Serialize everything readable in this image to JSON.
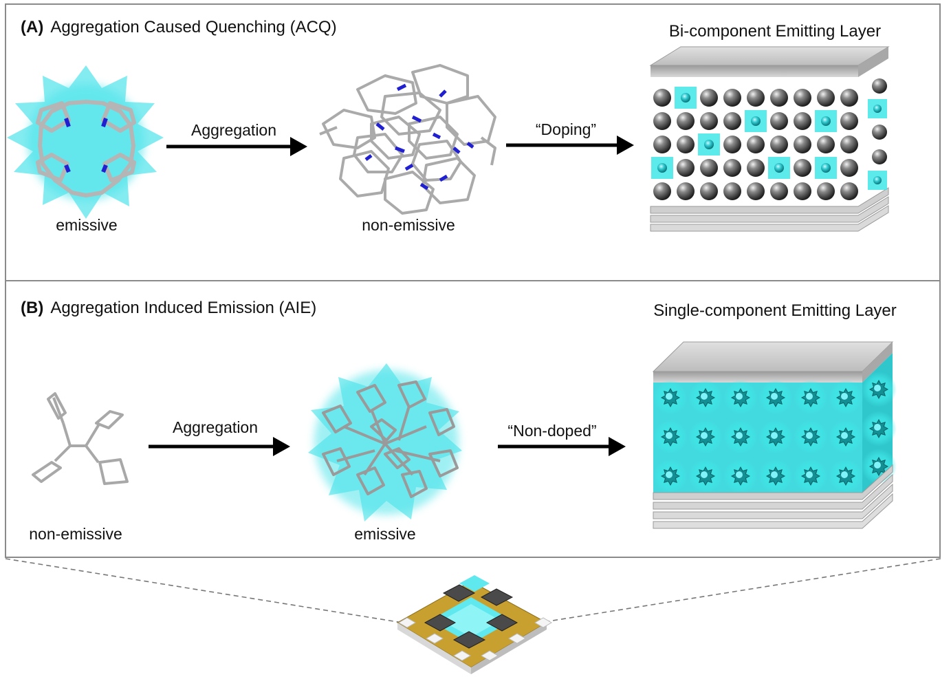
{
  "panel_a": {
    "letter": "(A)",
    "title": "Aggregation Caused Quenching (ACQ)",
    "left_label": "emissive",
    "arrow1_label": "Aggregation",
    "middle_label": "non-emissive",
    "arrow2_label": "“Doping”",
    "layer_title": "Bi-component Emitting Layer"
  },
  "panel_b": {
    "letter": "(B)",
    "title": "Aggregation Induced Emission (AIE)",
    "left_label": "non-emissive",
    "arrow1_label": "Aggregation",
    "middle_label": "emissive",
    "arrow2_label": "“Non-doped”",
    "layer_title": "Single-component Emitting Layer"
  },
  "colors": {
    "emission": "#3fe6e6",
    "nitrogen": "#2020d0",
    "bond": "#b8b8b8",
    "sphere": "#4a4a4a",
    "device_gold": "#c8a030"
  }
}
